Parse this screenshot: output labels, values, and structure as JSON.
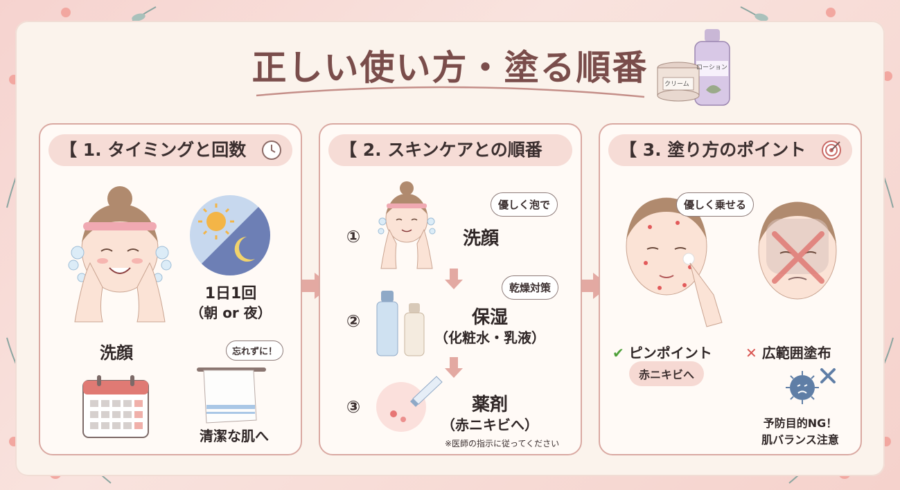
{
  "title": "正しい使い方・塗る順番",
  "bottles": {
    "lotion_label": "ローション",
    "cream_label": "クリーム"
  },
  "panel1": {
    "heading": "【 1. タイミングと回数",
    "face_caption": "洗顔",
    "frequency_line1": "1日1回",
    "frequency_line2": "（朝 or 夜）",
    "towel_bubble": "忘れずに！",
    "towel_caption": "清潔な肌へ"
  },
  "panel2": {
    "heading": "【 2. スキンケアとの順番",
    "steps": [
      {
        "num": "①",
        "label": "洗顔",
        "bubble": "優しく泡で"
      },
      {
        "num": "②",
        "label": "保湿",
        "sublabel": "（化粧水・乳液）",
        "bubble": "乾燥対策"
      },
      {
        "num": "③",
        "label": "薬剤",
        "sublabel": "（赤ニキビへ）"
      }
    ],
    "note": "※医師の指示に従ってください"
  },
  "panel3": {
    "heading": "【 3. 塗り方のポイント",
    "bubble": "優しく乗せる",
    "good_mark": "✔",
    "good_label": "ピンポイント",
    "good_pill": "赤ニキビへ",
    "bad_mark": "✕",
    "bad_label": "広範囲塗布",
    "warning_line1": "予防目的NG！",
    "warning_line2": "肌バランス注意"
  },
  "colors": {
    "accent": "#d9a8a1",
    "title": "#7a4d4b",
    "heading_bg": "#f6dcd6",
    "check": "#4fa03a",
    "cross": "#d9534f"
  }
}
